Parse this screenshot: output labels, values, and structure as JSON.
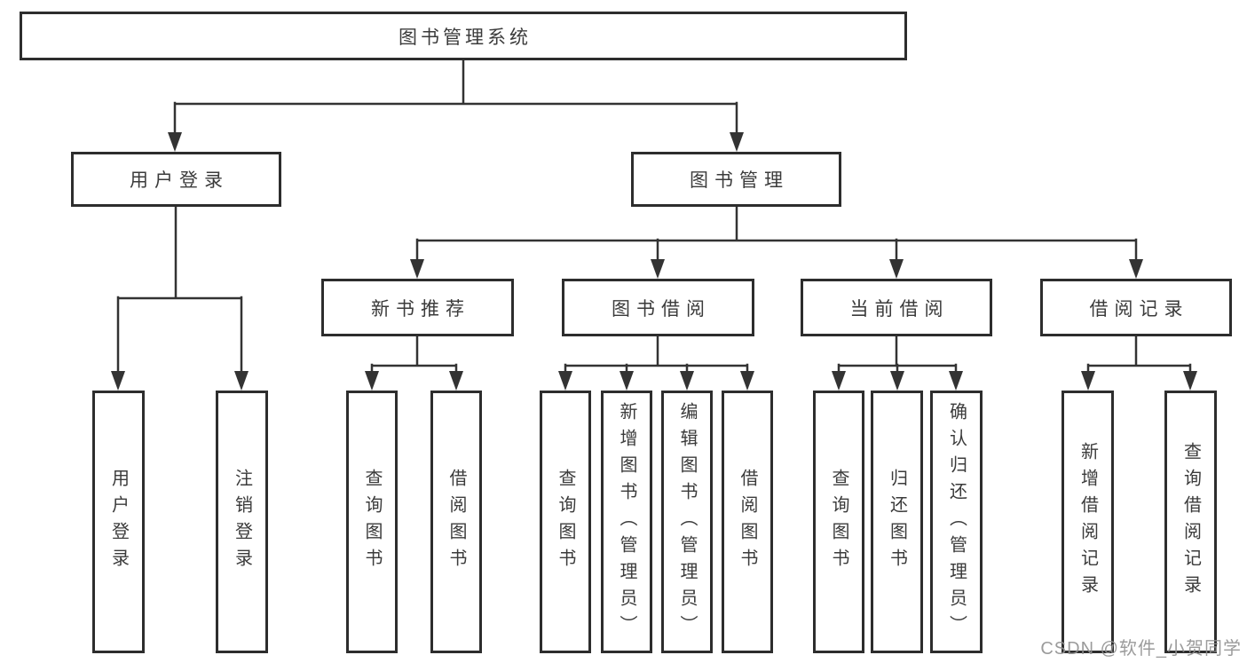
{
  "diagram": {
    "title": "图书管理系统",
    "level2": [
      {
        "label": "用户登录"
      },
      {
        "label": "图书管理"
      }
    ],
    "level3": [
      {
        "label": "新书推荐"
      },
      {
        "label": "图书借阅"
      },
      {
        "label": "当前借阅"
      },
      {
        "label": "借阅记录"
      }
    ],
    "leaves": {
      "user_login": [
        "用户登录",
        "注销登录"
      ],
      "new_book": [
        "查询图书",
        "借阅图书"
      ],
      "borrow": [
        "查询图书",
        "新增图书（管理员）",
        "编辑图书（管理员）",
        "借阅图书"
      ],
      "current": [
        "查询图书",
        "归还图书",
        "确认归还（管理员）"
      ],
      "records": [
        "新增借阅记录",
        "查询借阅记录"
      ]
    }
  },
  "watermark": {
    "text": "CSDN @软件_小贺同学"
  },
  "colors": {
    "line": "#333333",
    "box_border": "#2d2d2d",
    "text": "#3b3b3b",
    "watermark": "#909090",
    "background": "#ffffff"
  }
}
